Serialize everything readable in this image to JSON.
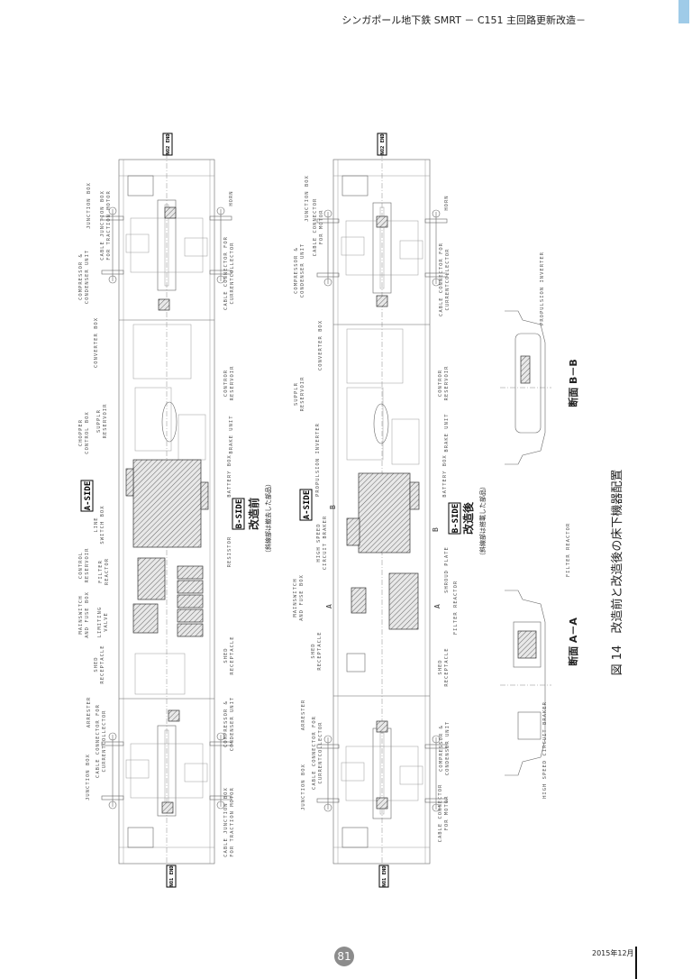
{
  "header": {
    "title": "シンガポール地下鉄 SMRT － C151 主回路更新改造－",
    "accent": "#9fcbe8"
  },
  "footer": {
    "page": "81",
    "date": "2015年12月"
  },
  "figure": {
    "caption": "図 14　改造前と改造後の床下機器配置",
    "section_aa": "断面 A－A",
    "section_bb": "断面 B－B",
    "section_labels": {
      "propulsion_inverter": "PROPULSION INVERTER",
      "filter_reactor": "FILTER REACTOR",
      "hscb": "HIGH SPEED CIRCUIT BRAKER"
    }
  },
  "before": {
    "no2_end": "NO2 END",
    "no1_end": "NO1 END",
    "a_side": "A-SIDE",
    "b_side": "B-SIDE",
    "state": "改造前",
    "note": "（斜線部は撤去した部品）",
    "labels": [
      "JUNCTION BOX",
      "CABLE JUNCTION BOX",
      "FOR TRACTION MOTOR",
      "COMPRESSOR &",
      "CONDENSER UNIT",
      "CONVERTER BOX",
      "CHOPPER",
      "CONTROL BOX",
      "SUPPLR",
      "RESERVOIR",
      "LINE",
      "SWITCH BOX",
      "CONTROL",
      "RESERVOIR",
      "FILTER",
      "REACTOR",
      "MAINSWITCH",
      "AND FUSE BOX",
      "LIMITING",
      "VALVE",
      "SHED",
      "RECEPTACLE",
      "ARRESTER",
      "CABLE CONNECTOR FOR",
      "CURRENTCOLLECTOR",
      "JUNCTION BOX",
      "HORN",
      "CABLE CONNECTOR FOR",
      "CURRENTCOLLECTOR",
      "CONTROR",
      "RESERVOIR",
      "BRAKE UNIT",
      "BATTERY BOX",
      "RESISTOR",
      "SHED",
      "RECEPTACLE",
      "COMPRESSOR &",
      "CONDENSER UNIT",
      "CABLE JUNCTION BOX",
      "FOR TRACTION MOTOR"
    ]
  },
  "after": {
    "no2_end": "NO2 END",
    "no1_end": "NO1 END",
    "a_side": "A-SIDE",
    "b_side": "B-SIDE",
    "state": "改造後",
    "note": "（斜線部は搭載した部品）",
    "section_marks": {
      "a": "A",
      "b": "B"
    },
    "labels": [
      "JUNCTION BOX",
      "CABLE CONNECTOR",
      "FOR MOTOR",
      "COMPRESSOR &",
      "CONDENSER UNIT",
      "CONVERTER BOX",
      "SUPPLR",
      "RESERVOIR",
      "PROPULSION INVERTER",
      "HIGH SPEED",
      "CIRCUIT BRAKER",
      "MAINSWITCH",
      "AND FUSE BOX",
      "SHED",
      "RECEPTACLE",
      "ARRESTER",
      "CABLE CONNECTOR FOR",
      "CURRENTCOLLECTOR",
      "JUNCTION BOX",
      "HORN",
      "CABLE CONNECTOR FOR",
      "CURRENTCOLLECTOR",
      "CONTROR",
      "RESERVOIR",
      "BRAKE UNIT",
      "BATTERY BOX",
      "SHROUD PLATE",
      "FILTER REACTOR",
      "SHED",
      "RECEPTACLE",
      "COMPRESSOR &",
      "CONDENSER UNIT",
      "CABLE CONNECTOR",
      "FOR MOTOR"
    ]
  }
}
